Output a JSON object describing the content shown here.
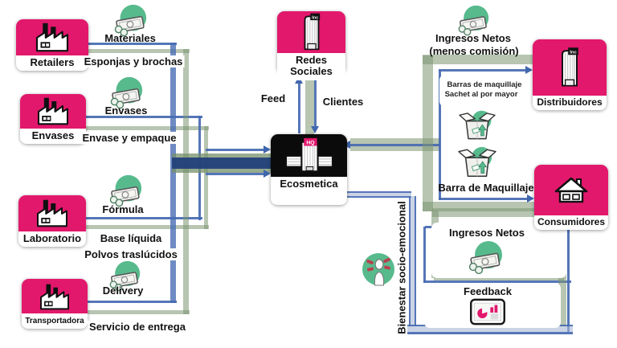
{
  "colors": {
    "pink": "#E2186C",
    "icon_green": "#57BA8D",
    "line_blue": "#466AB2",
    "line_green": "#7B9571",
    "red_dash": "#B8414F"
  },
  "nodes": {
    "retailers": {
      "label": "Retailers"
    },
    "envases": {
      "label": "Envases"
    },
    "laboratorio": {
      "label": "Laboratorio"
    },
    "transportadora": {
      "label": "Transportadora"
    },
    "redes_sociales": {
      "label": "Redes Sociales",
      "sign": "Inc"
    },
    "ecosmetica": {
      "label": "Ecosmetica",
      "sign": "HQ"
    },
    "distribuidores": {
      "label": "Distribuidores",
      "sign": "Inc"
    },
    "consumidores": {
      "label": "Consumidores"
    }
  },
  "flows": {
    "materiales": "Materiales",
    "esponjas_brochas": "Esponjas y brochas",
    "envases": "Envases",
    "envase_empaque": "Envase y empaque",
    "formula": "Fórmula",
    "base_liquida": "Base líquida",
    "polvos_traslucidos": "Polvos traslúcidos",
    "delivery": "Delivery",
    "servicio_entrega": "Servicio de entrega",
    "feed": "Feed",
    "clientes": "Clientes",
    "ingresos_netos_1": "Ingresos Netos",
    "menos_comision": "(menos comisión)",
    "barras_maquillaje": "Barras de maquillaje",
    "sachet_mayor": "Sachet al por mayor",
    "barra_maquillaje": "Barra de Maquillaje",
    "ingresos_netos_2": "Ingresos Netos",
    "feedback": "Feedback",
    "bienestar": "Bienestar socio-emocional"
  }
}
